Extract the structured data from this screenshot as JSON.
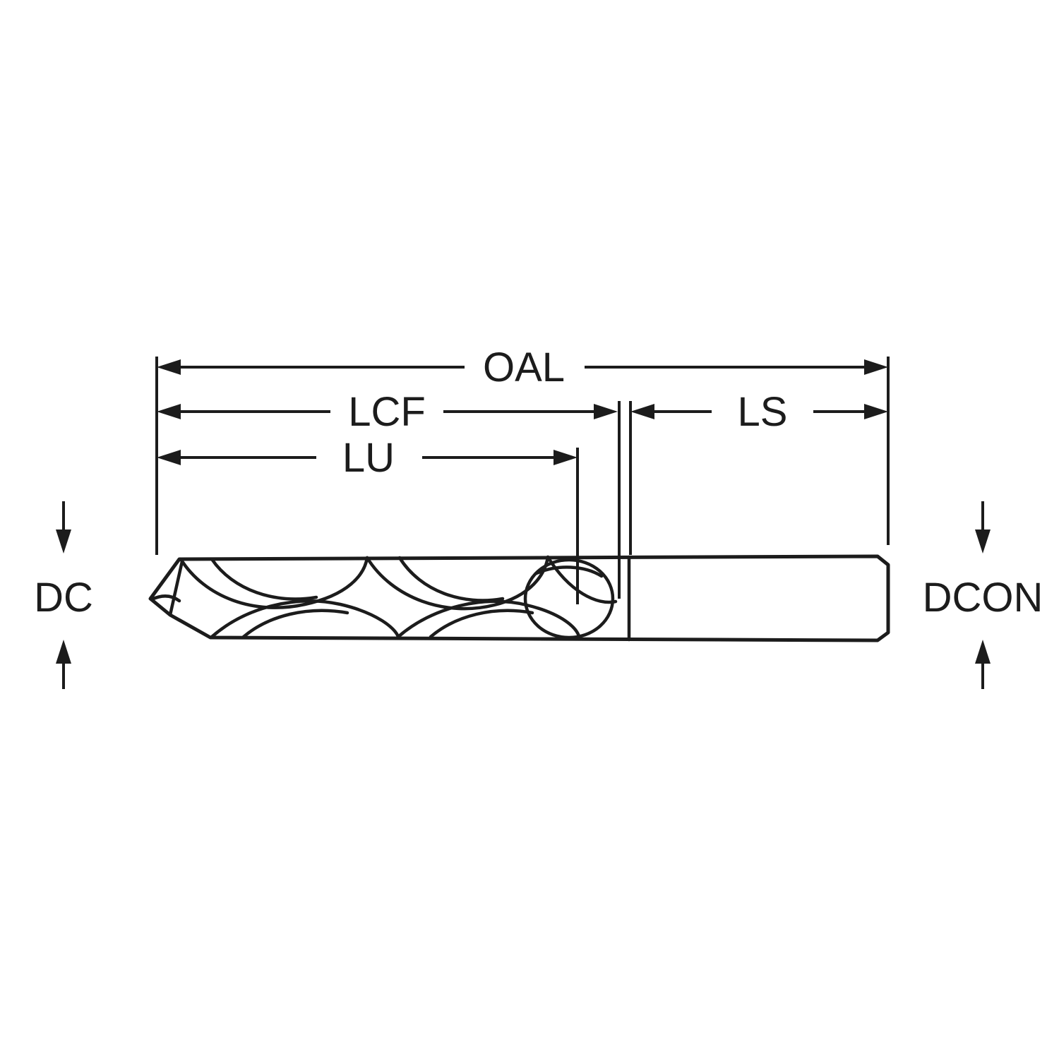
{
  "diagram": {
    "type": "tool-dimension-drawing",
    "subject": "twist-drill",
    "colors": {
      "line": "#1c1c1c",
      "background": "#ffffff"
    },
    "labels": {
      "oal": "OAL",
      "lcf": "LCF",
      "lu": "LU",
      "ls": "LS",
      "dc": "DC",
      "dcon": "DCON"
    }
  }
}
